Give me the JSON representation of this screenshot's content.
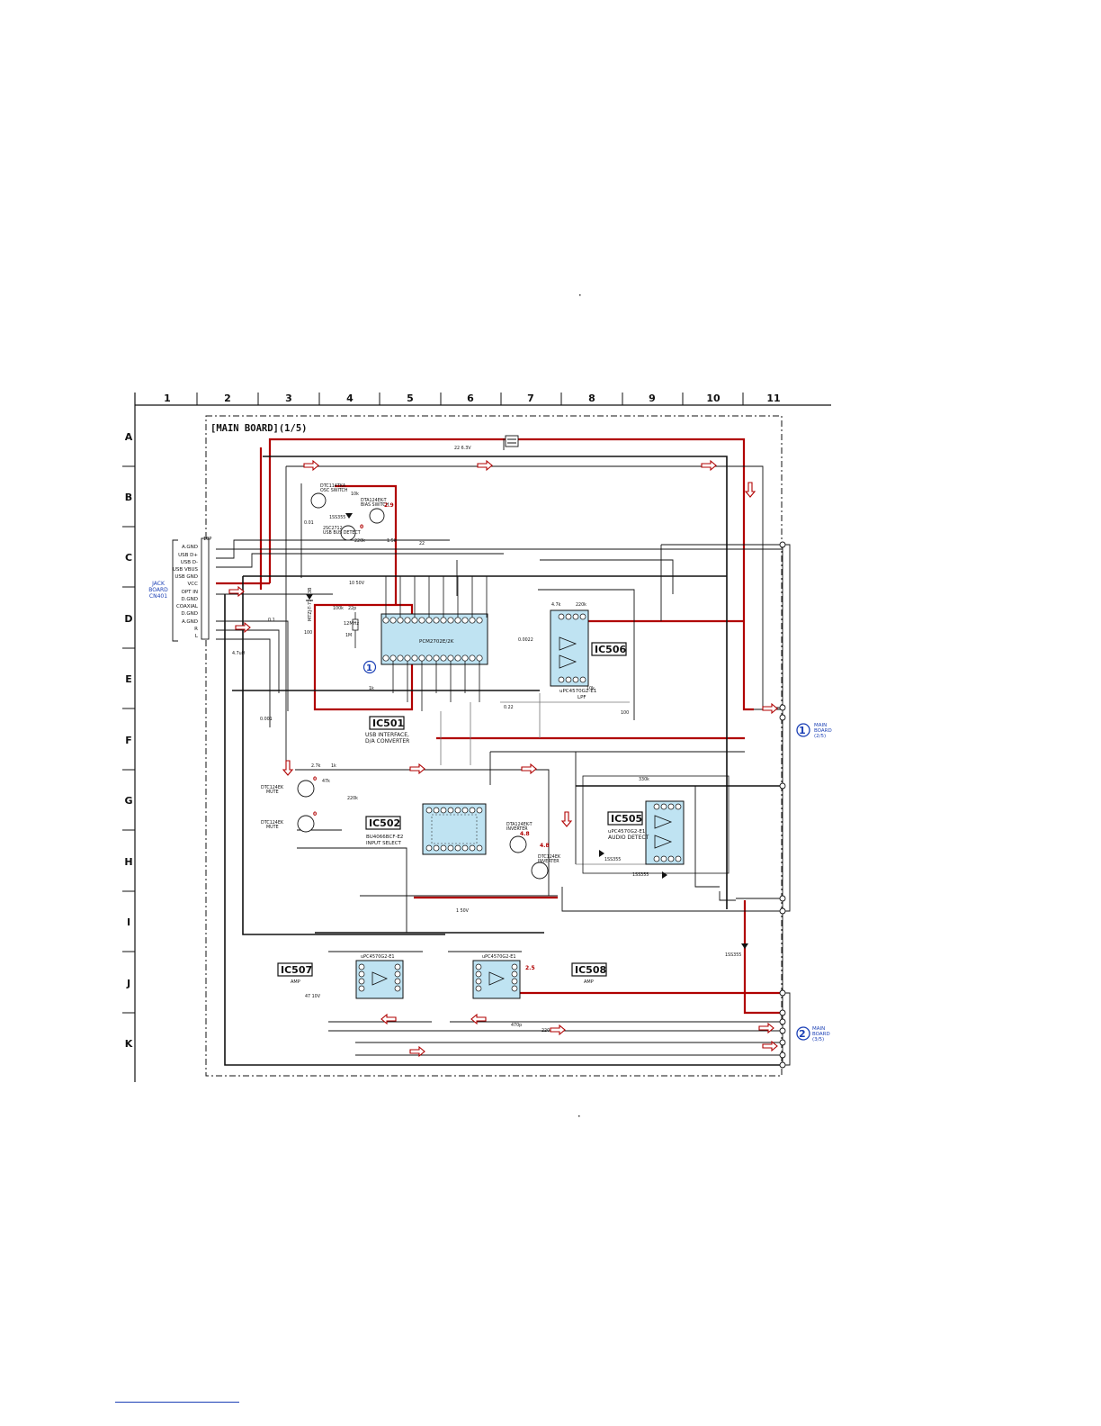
{
  "board_title": "[MAIN BOARD](1/5)",
  "grid": {
    "columns": [
      "1",
      "2",
      "3",
      "4",
      "5",
      "6",
      "7",
      "8",
      "9",
      "10",
      "11"
    ],
    "rows": [
      "A",
      "B",
      "C",
      "D",
      "E",
      "F",
      "G",
      "H",
      "I",
      "J",
      "K"
    ]
  },
  "jack_board": {
    "label_line1": "JACK",
    "label_line2": "BOARD",
    "label_line3": "CN401",
    "connector_ref": "10P",
    "pins": [
      "A.GND",
      "USB D+",
      "USB D-",
      "USB VBUS",
      "USB GND",
      "VCC",
      "OPT IN",
      "D.GND",
      "COAXIAL",
      "D.GND",
      "A.GND",
      "R",
      "L"
    ]
  },
  "ics": [
    {
      "ref": "IC501",
      "part": "PCM2702E/2K",
      "desc_line1": "USB INTERFACE,",
      "desc_line2": "D/A CONVERTER"
    },
    {
      "ref": "IC502",
      "part": "BU4066BCF-E2",
      "desc_line1": "INPUT SELECT",
      "desc_line2": ""
    },
    {
      "ref": "IC505",
      "part": "uPC4570G2-E1",
      "desc_line1": "AUDIO DETECT",
      "desc_line2": ""
    },
    {
      "ref": "IC506",
      "part": "uPC4570G2-E1",
      "desc_line1": "LPF",
      "desc_line2": ""
    },
    {
      "ref": "IC507",
      "part": "uPC4570G2-E1",
      "desc_line1": "AMP",
      "desc_line2": ""
    },
    {
      "ref": "IC508",
      "part": "uPC4570G2-E1",
      "desc_line1": "AMP",
      "desc_line2": ""
    }
  ],
  "transistors": [
    {
      "part": "DTC114TKA",
      "func": "OSC SWITCH"
    },
    {
      "part": "DTA124EK-T",
      "func": "BIAS SWITCH"
    },
    {
      "part": "2SC2712",
      "func": "USB BUS DETECT"
    },
    {
      "part": "DTC124EK",
      "func": "MUTE"
    },
    {
      "part": "DTC124EK",
      "func": "MUTE"
    },
    {
      "part": "DTA124EK-T",
      "func": "INVERTER"
    },
    {
      "part": "DTC124EK",
      "func": "INVERTER"
    }
  ],
  "diodes": [
    "1SS355",
    "1SS355",
    "1SS355",
    "1SS355"
  ],
  "zener": "MTZJ-T-77-3.3B",
  "crystal": "12MHz",
  "offpage": [
    {
      "num": "1",
      "line1": "MAIN",
      "line2": "BOARD",
      "line3": "(2/5)"
    },
    {
      "num": "2",
      "line1": "MAIN",
      "line2": "BOARD",
      "line3": "(3/5)"
    }
  ],
  "voltages": [
    "2.9",
    "0",
    "4.8",
    "0",
    "0",
    "4.8",
    "2.5"
  ],
  "component_values": [
    "22 6.3V",
    "10k",
    "0.01",
    "220k",
    "1.5k",
    "22",
    "10 50V",
    "100",
    "0.1",
    "1M",
    "100k",
    "22p",
    "1k",
    "4.7k",
    "220k",
    "10k",
    "0.0022",
    "0.22",
    "100",
    "4.7uH",
    "0.001",
    "2.7k",
    "1k",
    "47k",
    "220k",
    "330k",
    "470p",
    "220",
    "47 10V",
    "1 50V"
  ]
}
